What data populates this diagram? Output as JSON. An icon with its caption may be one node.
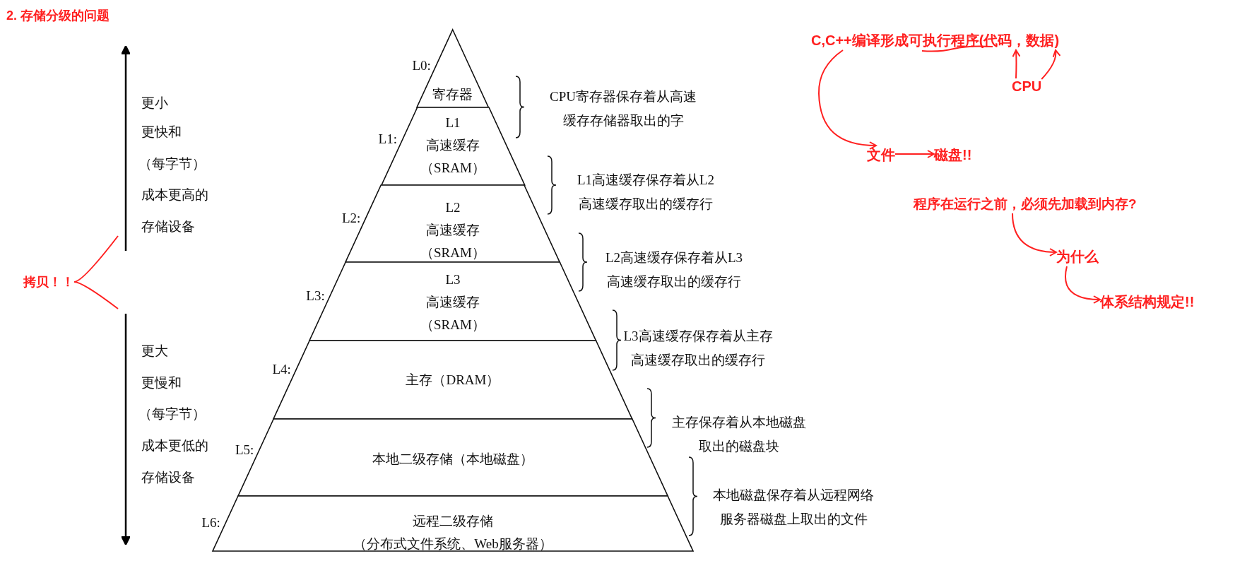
{
  "diagram": {
    "title": "2. 存储分级的问题",
    "nodes": [
      {
        "text": [
          "寄存器"
        ]
      },
      {
        "text": [
          "L1",
          "高速缓存",
          "（SRAM）"
        ]
      },
      {
        "text": [
          "L2",
          "高速缓存",
          "（SRAM）"
        ]
      },
      {
        "text": [
          "L3",
          "高速缓存",
          "（SRAM）"
        ]
      },
      {
        "text": [
          "主存（DRAM）"
        ]
      },
      {
        "text": [
          "本地二级存储（本地磁盘）"
        ]
      },
      {
        "text": [
          "远程二级存储",
          "（分布式文件系统、Web服务器）"
        ]
      },
      {
        "text": [
          "拷贝！！"
        ]
      },
      {
        "text": [
          "C,C++编译形成可执行程序(代码，数据)"
        ]
      },
      {
        "text": [
          "CPU"
        ]
      },
      {
        "text": [
          "文件"
        ]
      },
      {
        "text": [
          "磁盘!!"
        ]
      },
      {
        "text": [
          "程序在运行之前，必须先加载到内存?"
        ]
      },
      {
        "text": [
          "为什么"
        ]
      },
      {
        "text": [
          "体系结构规定!!"
        ]
      }
    ],
    "edges": [
      {
        "from": 7,
        "to": null,
        "arrow": "none"
      },
      {
        "from": 7,
        "to": null,
        "arrow": "none"
      },
      {
        "from": 9,
        "to": 8,
        "arrow": "to"
      },
      {
        "from": 9,
        "to": 8,
        "arrow": "to"
      },
      {
        "from": 8,
        "to": 10,
        "arrow": "to"
      },
      {
        "from": 10,
        "to": 11,
        "arrow": "to"
      },
      {
        "from": 12,
        "to": 13,
        "arrow": "to"
      },
      {
        "from": 13,
        "to": 14,
        "arrow": "to"
      }
    ],
    "labels": [
      "更小",
      "更快和",
      "（每字节）",
      "成本更高的",
      "存储设备",
      "更大",
      "更慢和",
      "（每字节）",
      "成本更低的",
      "存储设备",
      "L0:",
      "CPU寄存器保存着从高速缓存存储器取出的字",
      "L1:",
      "L1高速缓存保存着从L2高速缓存取出的缓存行",
      "L2:",
      "L2高速缓存保存着从L3高速缓存取出的缓存行",
      "L3:",
      "L3高速缓存保存着从主存高速缓存取出的缓存行",
      "L4:",
      "主存保存着从本地磁盘取出的磁盘块",
      "L5:",
      "本地磁盘保存着从远程网络服务器磁盘上取出的文件",
      "L6:"
    ]
  }
}
